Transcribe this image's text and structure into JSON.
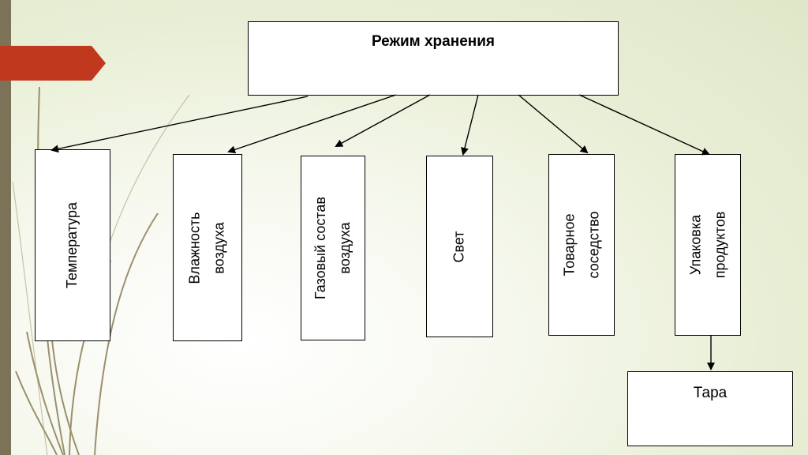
{
  "diagram": {
    "title": "Режим хранения",
    "categories": [
      {
        "id": "temperature",
        "label": "Температура"
      },
      {
        "id": "humidity",
        "label": "Влажность\nвоздуха"
      },
      {
        "id": "gas",
        "label": "Газовый состав\nвоздуха"
      },
      {
        "id": "light",
        "label": "Свет"
      },
      {
        "id": "neighborhood",
        "label": "Товарное\nсоседство"
      },
      {
        "id": "packaging",
        "label": "Упаковка\nпродуктов"
      }
    ],
    "sub": {
      "label": "Тара",
      "parent": "packaging"
    }
  },
  "colors": {
    "accent_red": "#c0391e",
    "side_bar": "#7c7258",
    "background": "#e9efd6"
  }
}
